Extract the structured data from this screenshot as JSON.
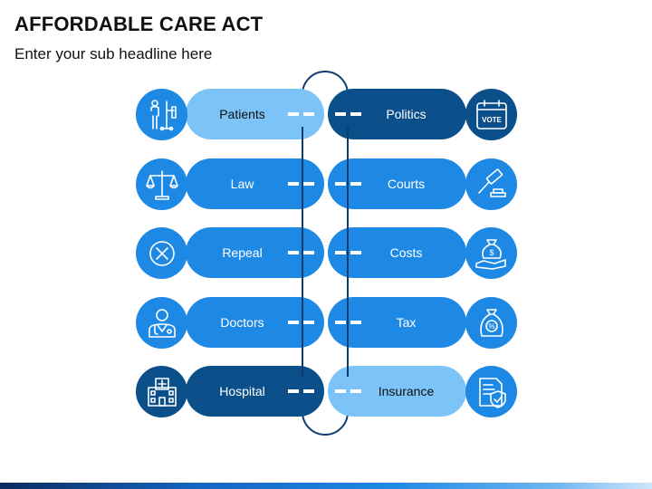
{
  "slide": {
    "title": "AFFORDABLE CARE ACT",
    "subtitle": "Enter your sub headline here"
  },
  "colors": {
    "light": "#7cc3f7",
    "mid": "#1e88e5",
    "dark": "#0b4f8a",
    "text_dark": "#111111",
    "text_light": "#ffffff",
    "connector": "#0d3d6e"
  },
  "rows": [
    {
      "left": {
        "label": "Patients",
        "icon": "patients-icon",
        "tone": "light"
      },
      "right": {
        "label": "Politics",
        "icon": "vote-icon",
        "tone": "dark"
      }
    },
    {
      "left": {
        "label": "Law",
        "icon": "scales-icon",
        "tone": "mid"
      },
      "right": {
        "label": "Courts",
        "icon": "gavel-icon",
        "tone": "mid"
      }
    },
    {
      "left": {
        "label": "Repeal",
        "icon": "cancel-icon",
        "tone": "mid"
      },
      "right": {
        "label": "Costs",
        "icon": "money-bag-hand-icon",
        "tone": "mid"
      }
    },
    {
      "left": {
        "label": "Doctors",
        "icon": "doctor-icon",
        "tone": "mid"
      },
      "right": {
        "label": "Tax",
        "icon": "tax-bag-icon",
        "tone": "mid"
      }
    },
    {
      "left": {
        "label": "Hospital",
        "icon": "hospital-icon",
        "tone": "dark"
      },
      "right": {
        "label": "Insurance",
        "icon": "insurance-document-icon",
        "tone": "light"
      }
    }
  ]
}
